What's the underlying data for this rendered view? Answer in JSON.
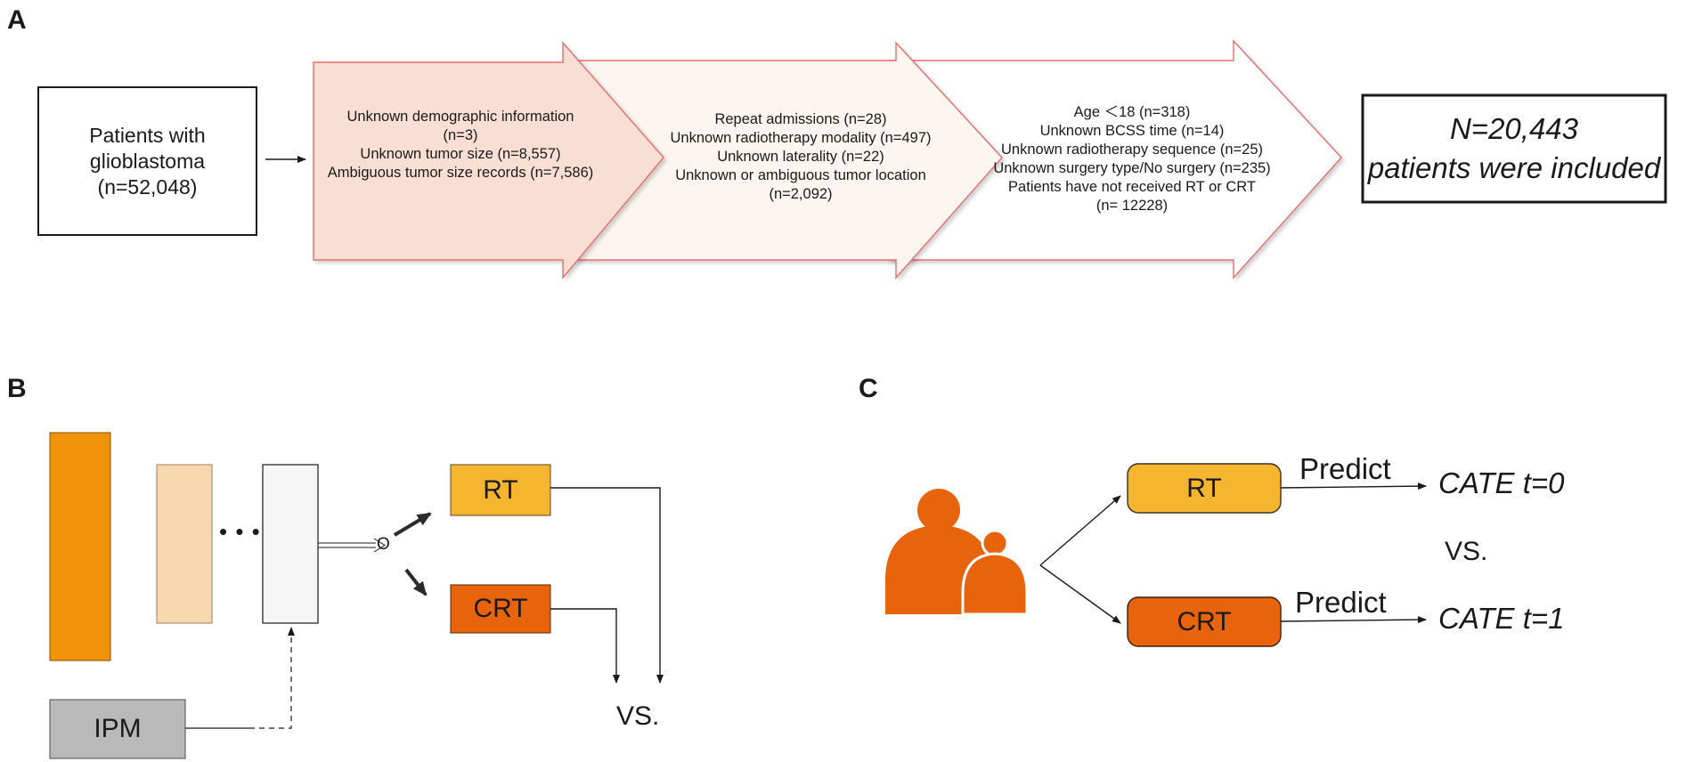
{
  "panels": {
    "a": "A",
    "b": "B",
    "c": "C"
  },
  "flow": {
    "start_box": {
      "line1": "Patients with",
      "line2": "glioblastoma",
      "line3": "(n=52,048)"
    },
    "step1_lines": [
      "Unknown demographic information",
      "(n=3)",
      "Unknown tumor size (n=8,557)",
      "Ambiguous tumor size records (n=7,586)"
    ],
    "step2_lines": [
      "Repeat admissions (n=28)",
      "Unknown radiotherapy modality (n=497)",
      "Unknown laterality (n=22)",
      "Unknown or ambiguous tumor location",
      "(n=2,092)"
    ],
    "step3_lines": [
      "Age ＜18 (n=318)",
      "Unknown BCSS time (n=14)",
      "Unknown radiotherapy sequence (n=25)",
      "Unknown surgery type/No surgery (n=235)",
      "Patients have not received RT or CRT",
      "(n= 12228)"
    ],
    "result_box": {
      "line1": "N=20,443",
      "line2": "patients were included"
    }
  },
  "panel_b": {
    "dots": "• • •",
    "rt_label": "RT",
    "crt_label": "CRT",
    "ipm_label": "IPM",
    "junction": "O",
    "vs_label": "VS."
  },
  "panel_c": {
    "rt_label": "RT",
    "crt_label": "CRT",
    "predict_top": "Predict",
    "predict_bottom": "Predict",
    "cate_top": "CATE t=0",
    "cate_bottom": "CATE t=1",
    "vs_label": "VS."
  },
  "colors": {
    "orange_dark": "#e8640c",
    "orange_mid": "#f0920a",
    "orange_light": "#f6b52e",
    "peach": "#f8d8ad",
    "gray": "#b9b9b9",
    "arrow1_fill": "#f9dfd3",
    "arrow2_fill": "#fdf6f0",
    "arrow3_fill": "#ffffff",
    "arrow_stroke": "#e07070"
  }
}
